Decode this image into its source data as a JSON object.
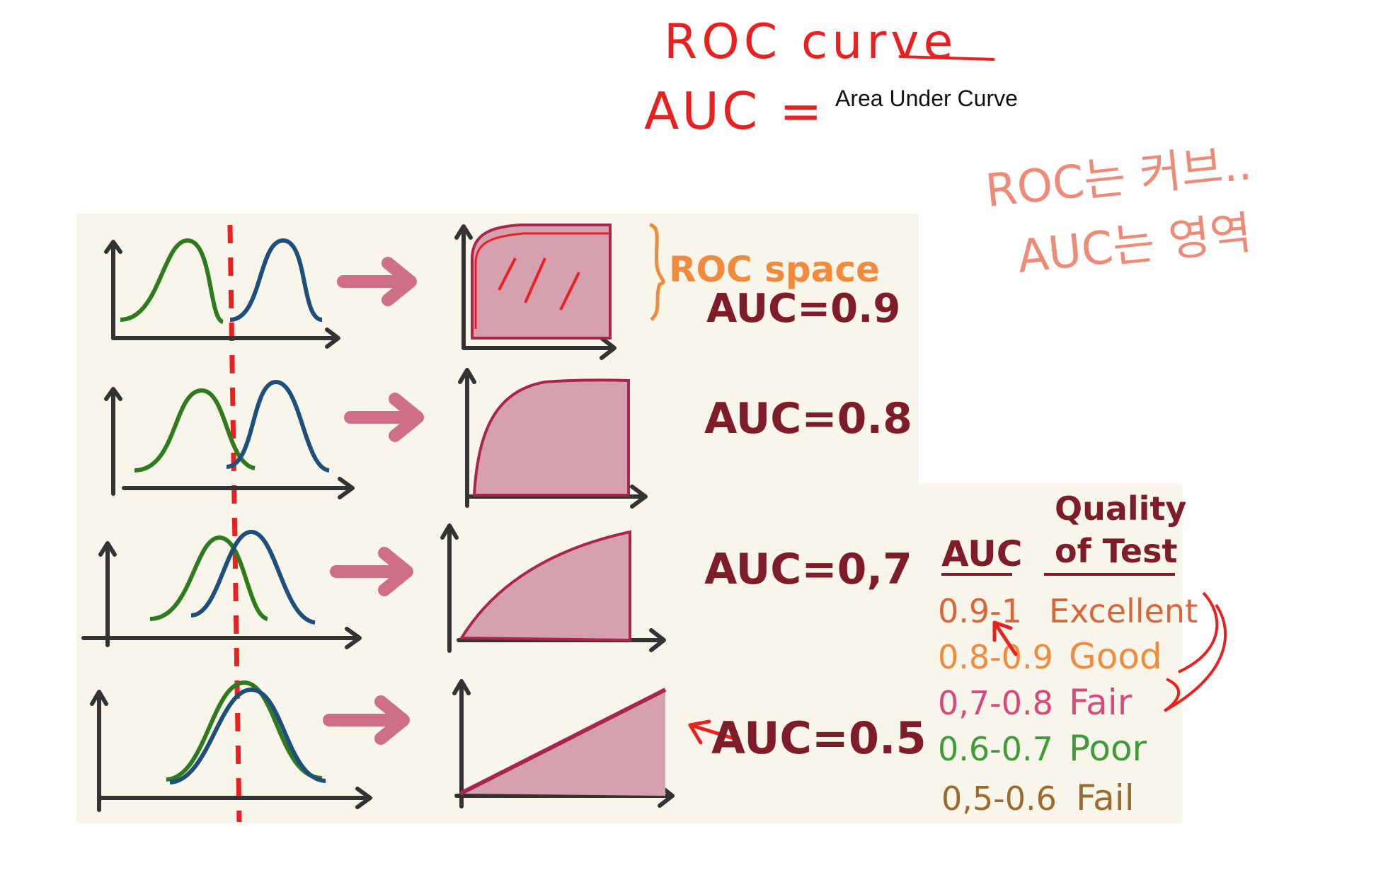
{
  "notes": {
    "line1": "ROC curve",
    "line2_prefix": "AUC =",
    "line2_typed": "Area Under Curve",
    "korean_line1": "ROC는 커브..",
    "korean_line2": "AUC는 영역"
  },
  "figure": {
    "roc_space_label": "ROC space",
    "rows": [
      {
        "auc_label": "AUC=0.9",
        "auc": 0.9
      },
      {
        "auc_label": "AUC=0.8",
        "auc": 0.8
      },
      {
        "auc_label": "AUC=0,7",
        "auc": 0.7
      },
      {
        "auc_label": "AUC=0.5",
        "auc": 0.5
      }
    ]
  },
  "table": {
    "header_auc": "AUC",
    "header_quality_1": "Quality",
    "header_quality_2": "of Test",
    "rows": [
      {
        "range": "0.9-1",
        "quality": "Excellent",
        "color": "#d9663a"
      },
      {
        "range": "0.8-0.9",
        "quality": "Good",
        "color": "#f08a3c"
      },
      {
        "range": "0,7-0.8",
        "quality": "Fair",
        "color": "#d9477c"
      },
      {
        "range": "0.6-0.7",
        "quality": "Poor",
        "color": "#3f9a3a"
      },
      {
        "range": "0,5-0.6",
        "quality": "Fail",
        "color": "#9c6a2a"
      }
    ]
  },
  "colors": {
    "panel_bg": "#f8f6ea",
    "annotation_red": "#e8201f",
    "annotation_salmon": "#ee8a78",
    "green_curve": "#2e7a1f",
    "blue_curve": "#1e4f7a",
    "roc_fill": "#d6a0ae",
    "roc_stroke": "#a8264e",
    "arrow_pink": "#cf6e87",
    "auc_text": "#7e1c2a",
    "roc_space_orange": "#f08a3c"
  }
}
